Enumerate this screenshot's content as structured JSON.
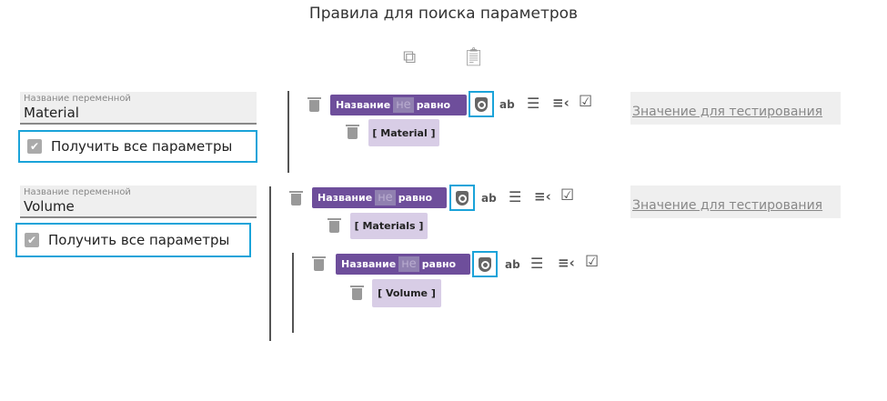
{
  "title": "Правила для поиска параметров",
  "toolbar": {
    "copy_icon": "copy-icon",
    "paste_icon": "clipboard-icon"
  },
  "common": {
    "var_label": "Название переменной",
    "get_all": "Получить все параметры",
    "name": "Название",
    "ne": "не",
    "equals": "равно",
    "ab": "ab",
    "test_placeholder": "Значение для тестирования"
  },
  "blocks": [
    {
      "variable": "Material",
      "values": [
        "[ Material ]"
      ]
    },
    {
      "variable": "Volume",
      "values": [
        "[ Materials ]",
        "[ Volume ]"
      ]
    }
  ],
  "colors": {
    "chip": "#6e4e9b",
    "value_chip": "#d8cde6",
    "highlight": "#1aa3d9"
  }
}
